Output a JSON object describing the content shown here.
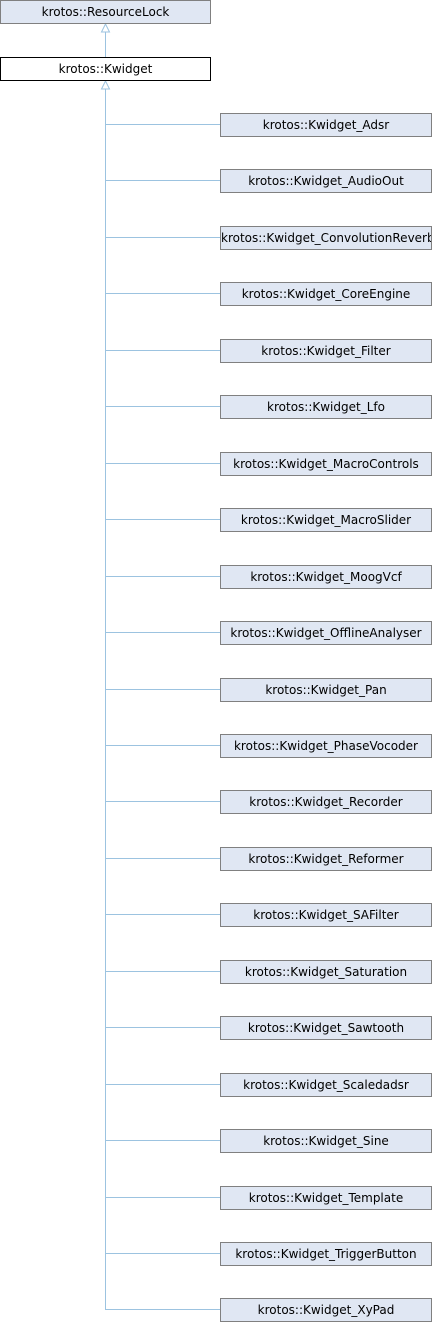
{
  "colors": {
    "node_fill": "#e0e7f3",
    "node_border": "#808080",
    "current_fill": "#ffffff",
    "current_border": "#000000",
    "edge": "#9cc3e0"
  },
  "base_class": "krotos::ResourceLock",
  "current_class": "krotos::Kwidget",
  "derived_classes": [
    "krotos::Kwidget_Adsr",
    "krotos::Kwidget_AudioOut",
    "krotos::Kwidget_ConvolutionReverb",
    "krotos::Kwidget_CoreEngine",
    "krotos::Kwidget_Filter",
    "krotos::Kwidget_Lfo",
    "krotos::Kwidget_MacroControls",
    "krotos::Kwidget_MacroSlider",
    "krotos::Kwidget_MoogVcf",
    "krotos::Kwidget_OfflineAnalyser",
    "krotos::Kwidget_Pan",
    "krotos::Kwidget_PhaseVocoder",
    "krotos::Kwidget_Recorder",
    "krotos::Kwidget_Reformer",
    "krotos::Kwidget_SAFilter",
    "krotos::Kwidget_Saturation",
    "krotos::Kwidget_Sawtooth",
    "krotos::Kwidget_Scaledadsr",
    "krotos::Kwidget_Sine",
    "krotos::Kwidget_Template",
    "krotos::Kwidget_TriggerButton",
    "krotos::Kwidget_XyPad"
  ]
}
